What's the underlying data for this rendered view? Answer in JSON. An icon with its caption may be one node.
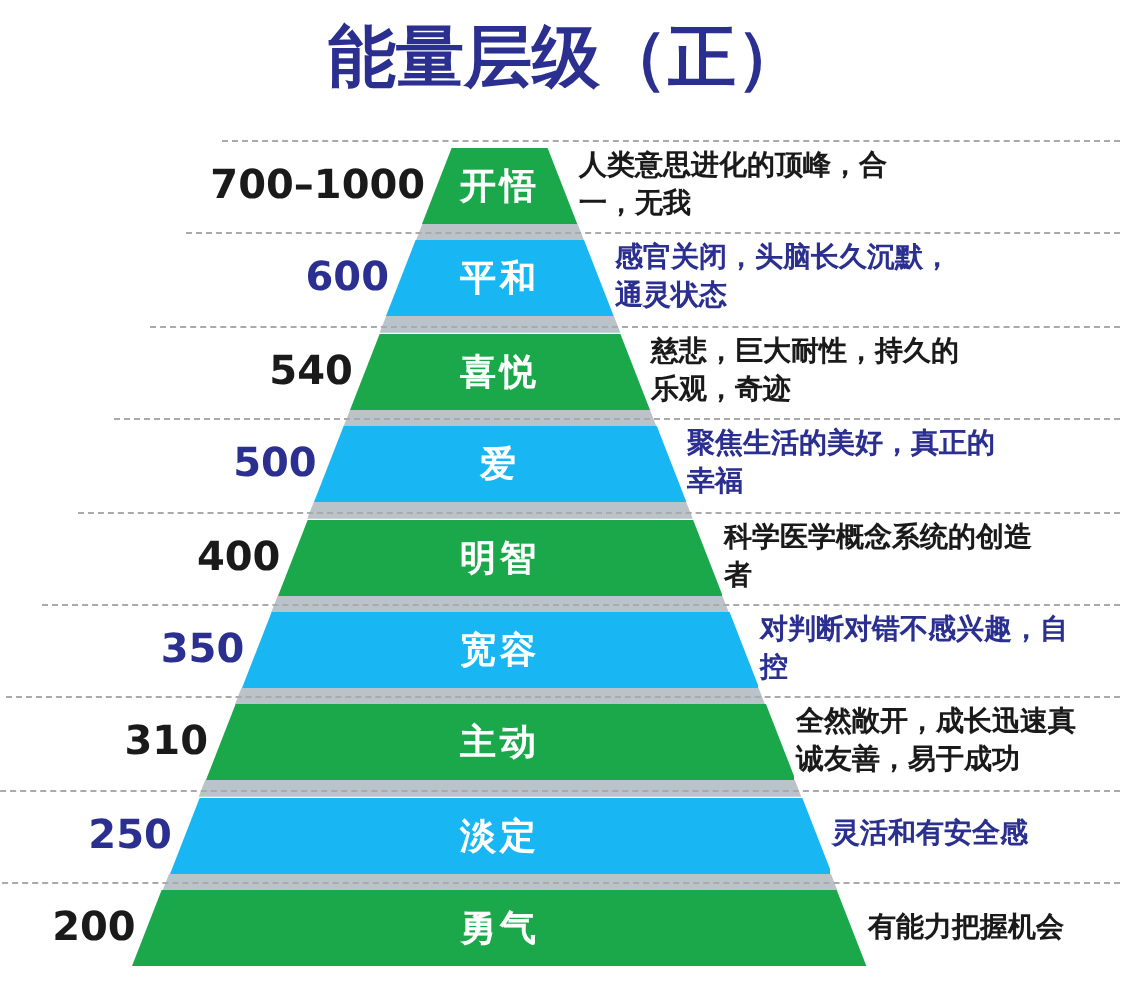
{
  "diagram": {
    "title": "能量层级（正）",
    "nodes": [
      {
        "text": [
          "开悟"
        ],
        "beside": [
          "700–1000",
          "人类意思进化的顶峰，合一，无我"
        ]
      },
      {
        "text": [
          "平和"
        ],
        "beside": [
          "600",
          "感官关闭，头脑长久沉默，通灵状态"
        ]
      },
      {
        "text": [
          "喜悦"
        ],
        "beside": [
          "540",
          "慈悲，巨大耐性，持久的乐观，奇迹"
        ]
      },
      {
        "text": [
          "爱"
        ],
        "beside": [
          "500",
          "聚焦生活的美好，真正的幸福"
        ]
      },
      {
        "text": [
          "明智"
        ],
        "beside": [
          "400",
          "科学医学概念系统的创造者"
        ]
      },
      {
        "text": [
          "宽容"
        ],
        "beside": [
          "350",
          "对判断对错不感兴趣，自控"
        ]
      },
      {
        "text": [
          "主动"
        ],
        "beside": [
          "310",
          "全然敞开，成长迅速真诚友善，易于成功"
        ]
      },
      {
        "text": [
          "淡定"
        ],
        "beside": [
          "250",
          "灵活和有安全感"
        ]
      },
      {
        "text": [
          "勇气"
        ],
        "beside": [
          "200",
          "有能力把握机会"
        ]
      }
    ]
  }
}
